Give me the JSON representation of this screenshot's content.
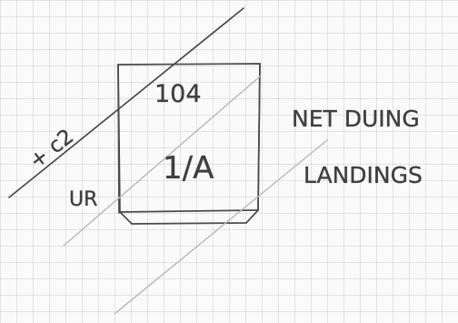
{
  "labels": {
    "diagonal_top": "+ c2",
    "left_side": "UR",
    "center_top": "104",
    "center_fraction": "1/A",
    "note_line_1": "NET DUING",
    "note_line_2": "LANDINGS"
  }
}
